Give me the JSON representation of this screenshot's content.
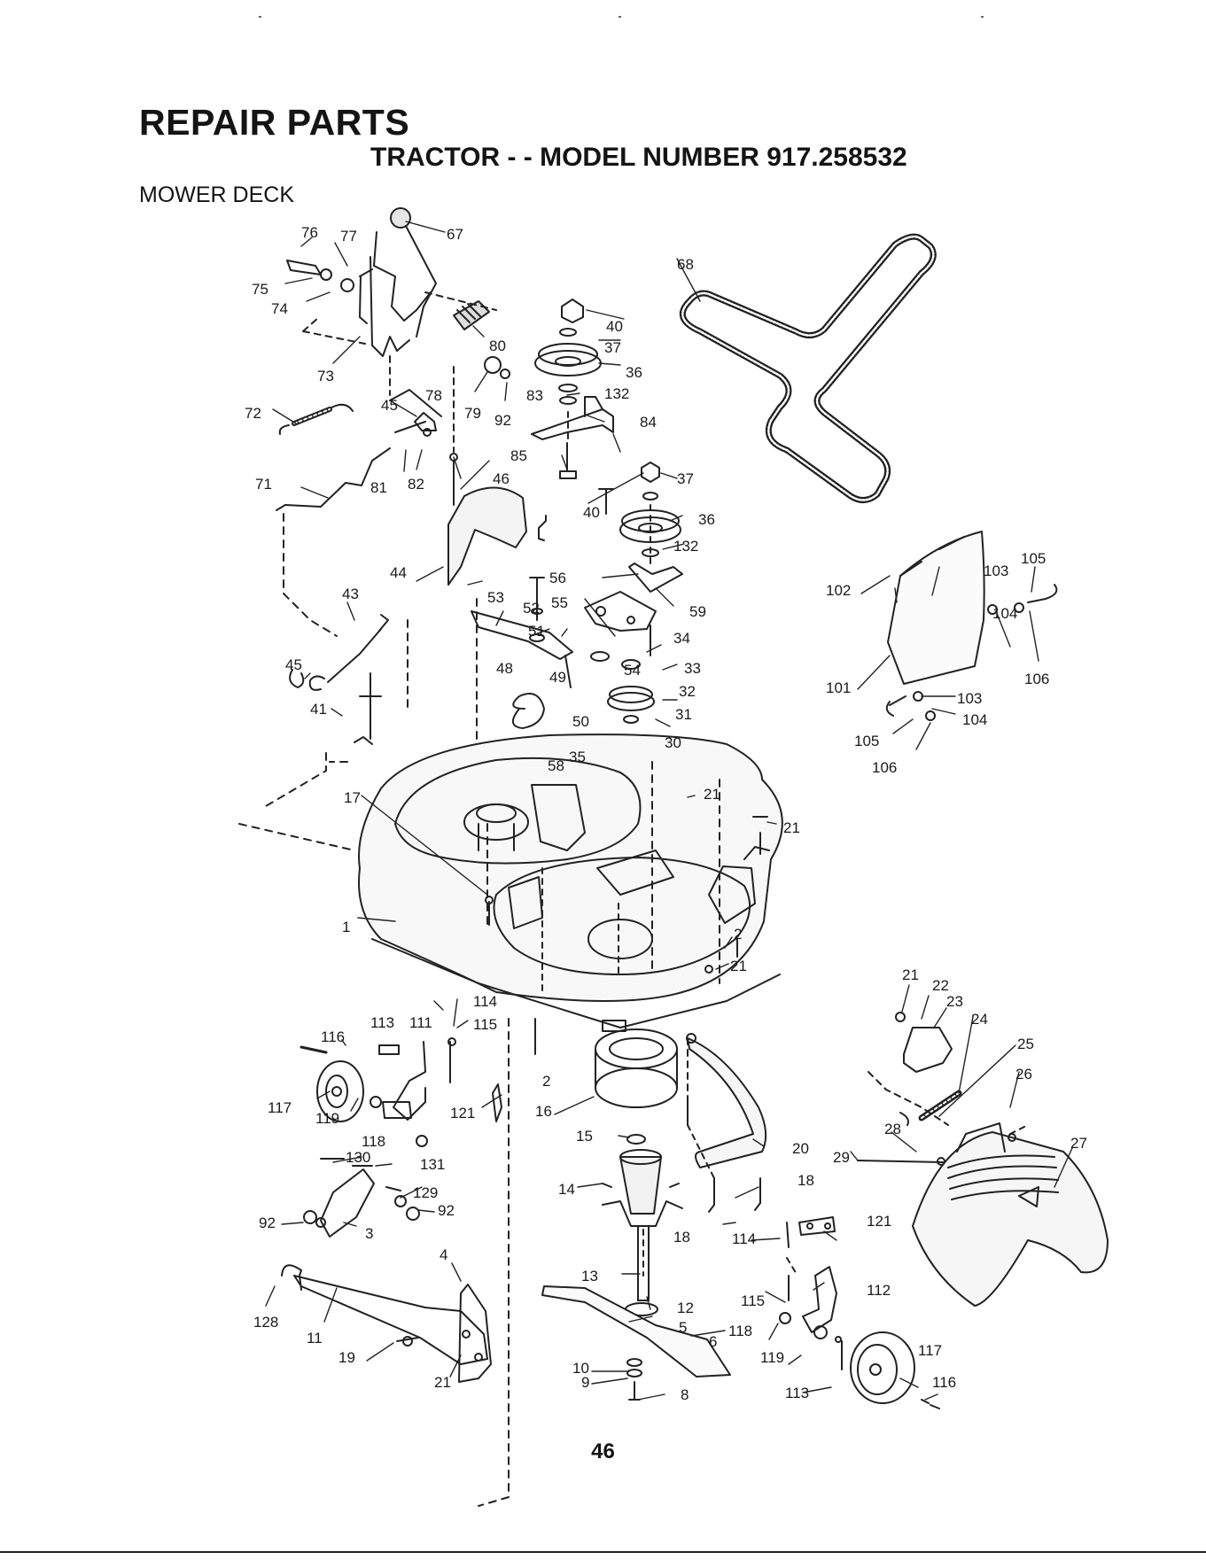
{
  "title": "REPAIR PARTS",
  "subtitle": "TRACTOR - - MODEL NUMBER 917.258532",
  "section": "MOWER DECK",
  "page_number": "46",
  "callouts": [
    "76",
    "77",
    "67",
    "75",
    "74",
    "73",
    "80",
    "78",
    "79",
    "92",
    "72",
    "45",
    "71",
    "81",
    "82",
    "68",
    "40",
    "37",
    "36",
    "83",
    "132",
    "84",
    "85",
    "46",
    "40",
    "37",
    "36",
    "132",
    "44",
    "56",
    "59",
    "53",
    "52",
    "55",
    "51",
    "34",
    "43",
    "48",
    "54",
    "33",
    "32",
    "45",
    "49",
    "50",
    "31",
    "41",
    "58",
    "35",
    "30",
    "102",
    "103",
    "105",
    "101",
    "104",
    "106",
    "103",
    "104",
    "105",
    "106",
    "17",
    "21",
    "21",
    "1",
    "2",
    "21",
    "21",
    "22",
    "23",
    "24",
    "25",
    "26",
    "28",
    "27",
    "29",
    "113",
    "111",
    "114",
    "116",
    "115",
    "117",
    "119",
    "121",
    "2",
    "16",
    "118",
    "130",
    "131",
    "15",
    "20",
    "129",
    "18",
    "92",
    "92",
    "14",
    "18",
    "3",
    "114",
    "121",
    "4",
    "13",
    "112",
    "115",
    "12",
    "128",
    "5",
    "118",
    "11",
    "6",
    "119",
    "117",
    "19",
    "21",
    "10",
    "9",
    "8",
    "113",
    "116"
  ]
}
